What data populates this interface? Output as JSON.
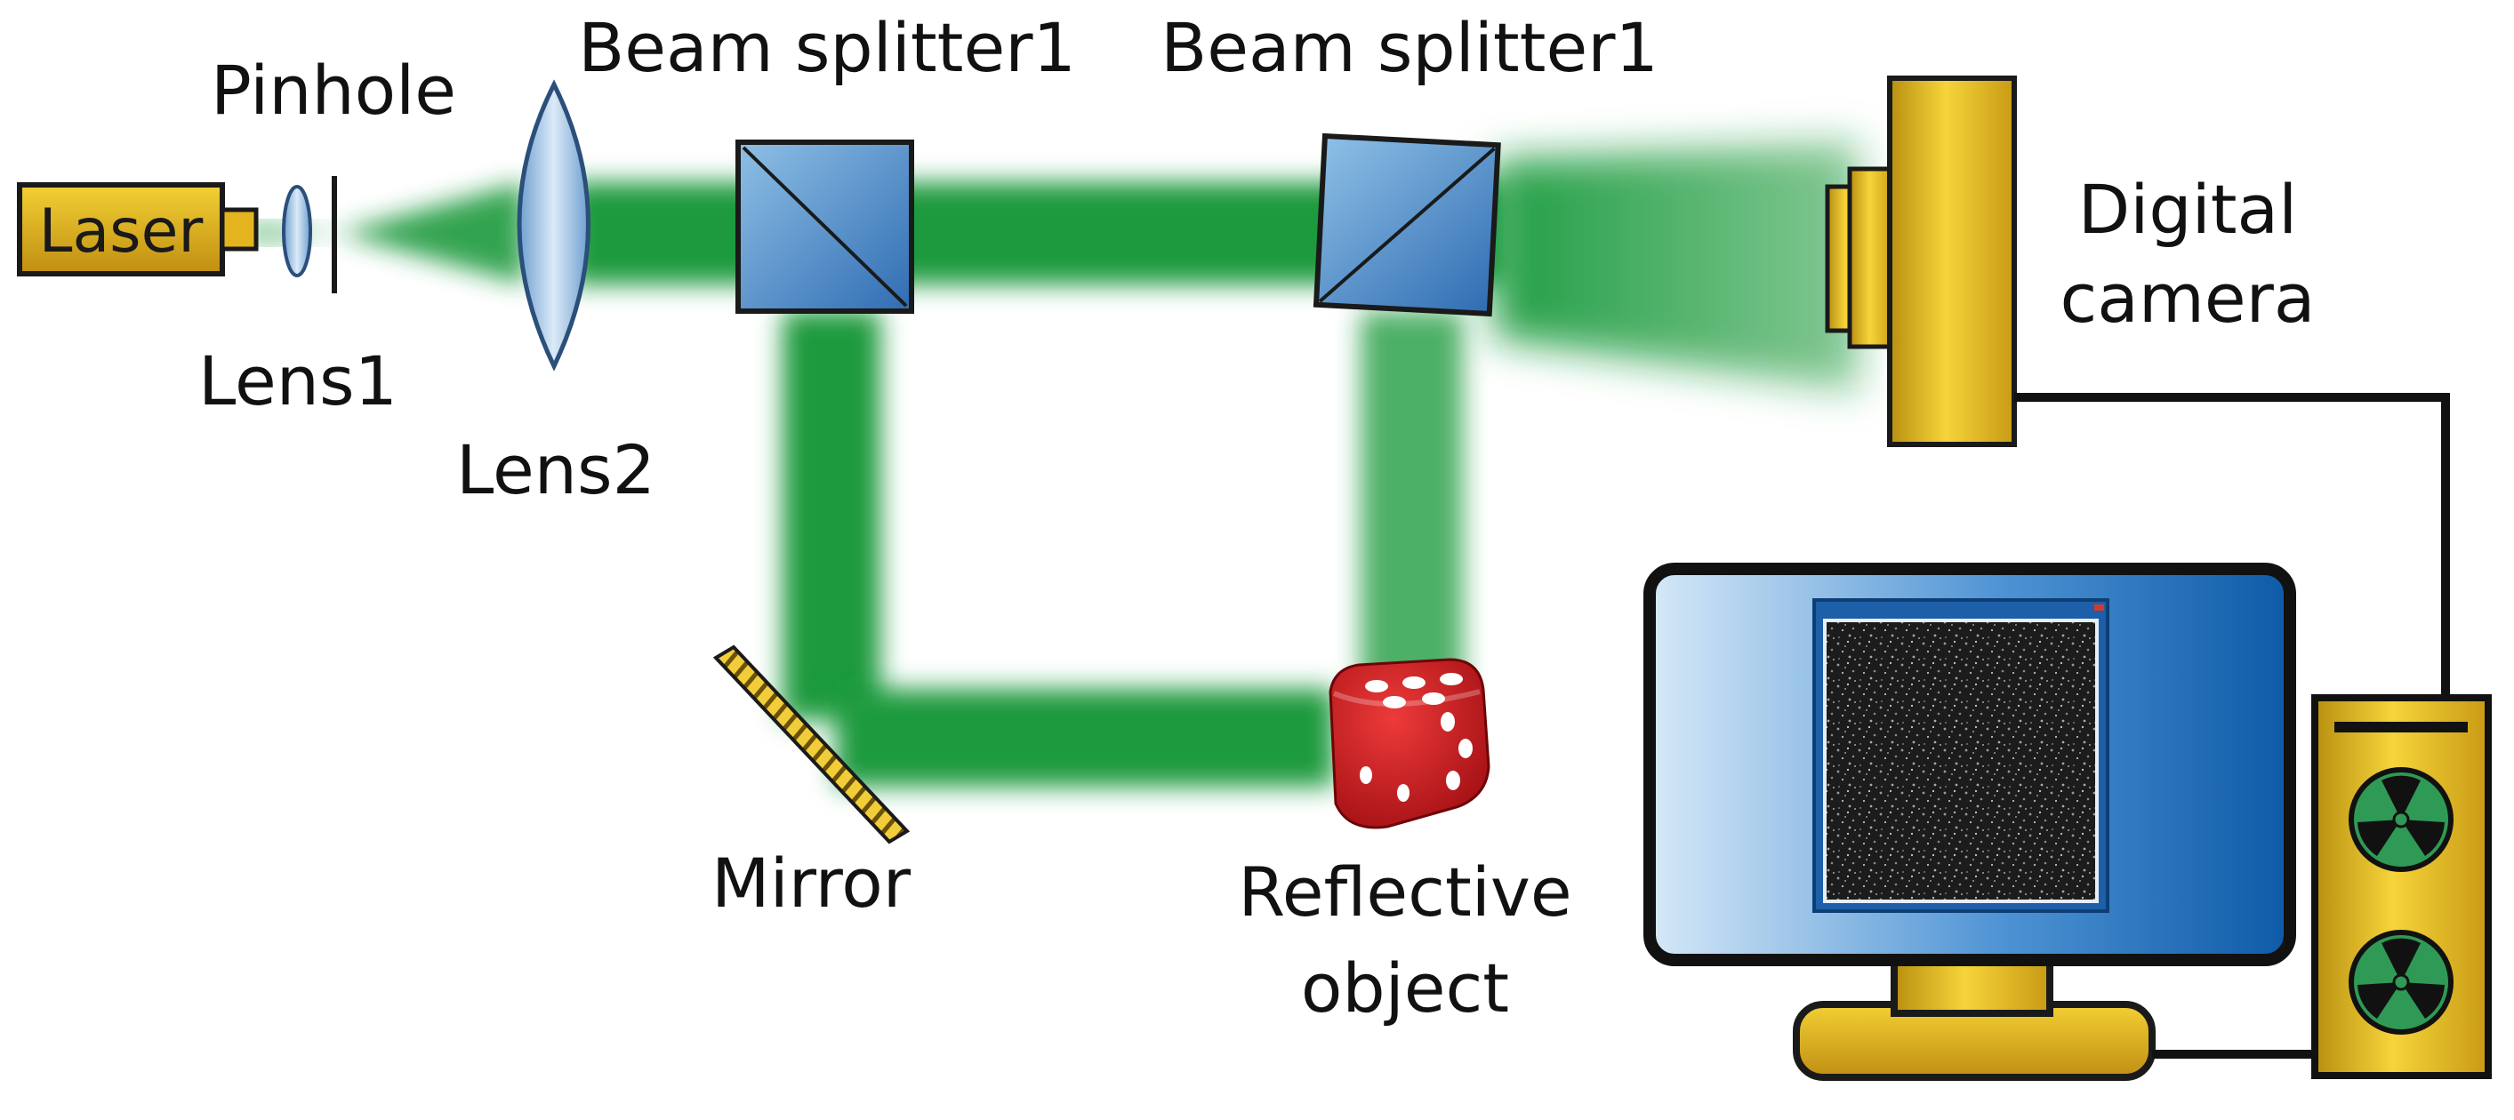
{
  "labels": {
    "laser": "Laser",
    "pinhole": "Pinhole",
    "lens1": "Lens1",
    "lens2": "Lens2",
    "beam_splitter_a": "Beam splitter1",
    "beam_splitter_b": "Beam splitter1",
    "digital_camera_line1": "Digital",
    "digital_camera_line2": "camera",
    "mirror": "Mirror",
    "reflective_object_line1": "Reflective",
    "reflective_object_line2": "object"
  },
  "colors": {
    "beam": "#1a9a3c",
    "laser_body": "#e3b41e",
    "optic_blue": "#3d7bc0",
    "lens_blue": "#a9c9e8",
    "monitor_blue": "#1d6fbf",
    "dice_red": "#c8141b",
    "fan_green": "#2f9a55"
  }
}
